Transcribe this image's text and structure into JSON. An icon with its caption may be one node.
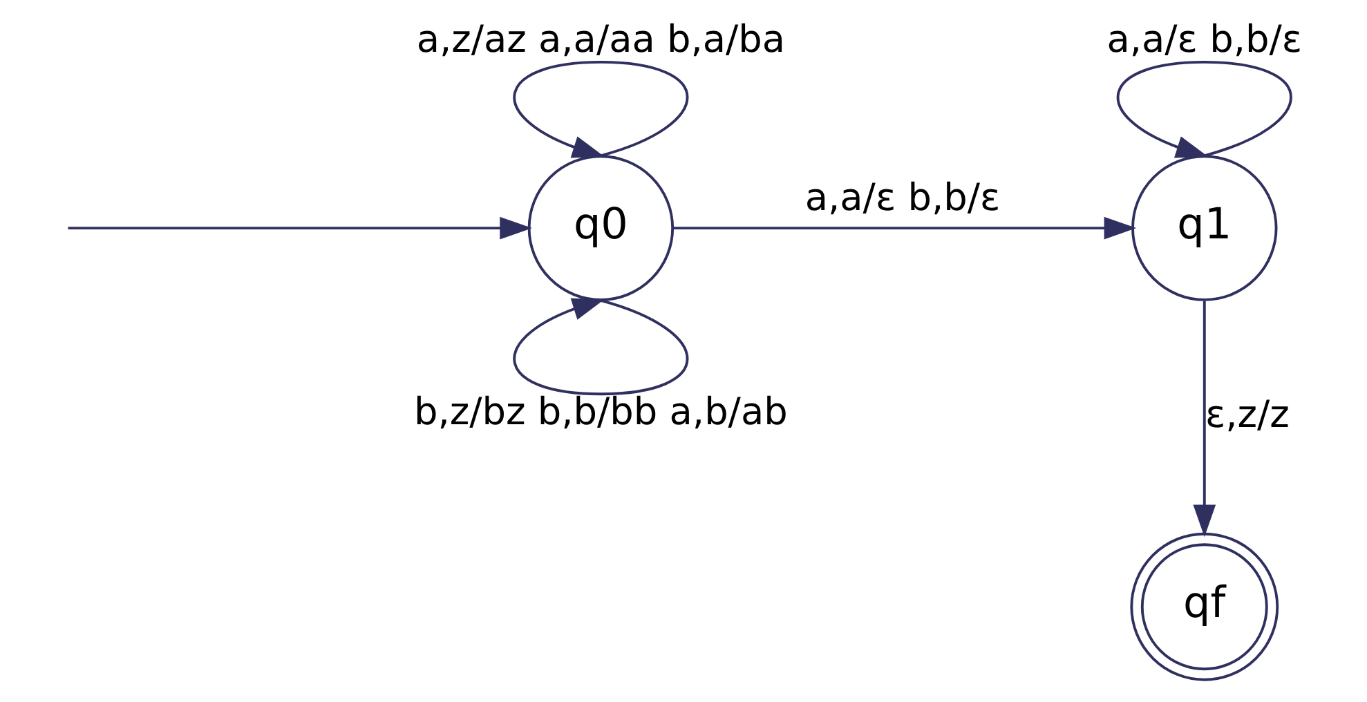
{
  "diagram": {
    "nodes": [
      {
        "text": [
          "q0"
        ]
      },
      {
        "text": [
          "q1"
        ]
      },
      {
        "text": [
          "qf"
        ]
      }
    ],
    "edges": [
      {
        "from": null,
        "to": 0,
        "arrow": "to"
      },
      {
        "from": 0,
        "to": 0,
        "arrow": "to",
        "label": "a,z/az a,a/aa b,a/ba"
      },
      {
        "from": 0,
        "to": 0,
        "arrow": "to",
        "label": "b,z/bz b,b/bb a,b/ab"
      },
      {
        "from": 0,
        "to": 1,
        "arrow": "to",
        "label": "a,a/ε b,b/ε"
      },
      {
        "from": 1,
        "to": 1,
        "arrow": "to",
        "label": "a,a/ε b,b/ε"
      },
      {
        "from": 1,
        "to": 2,
        "arrow": "to",
        "label": "ε,z/z"
      }
    ]
  }
}
